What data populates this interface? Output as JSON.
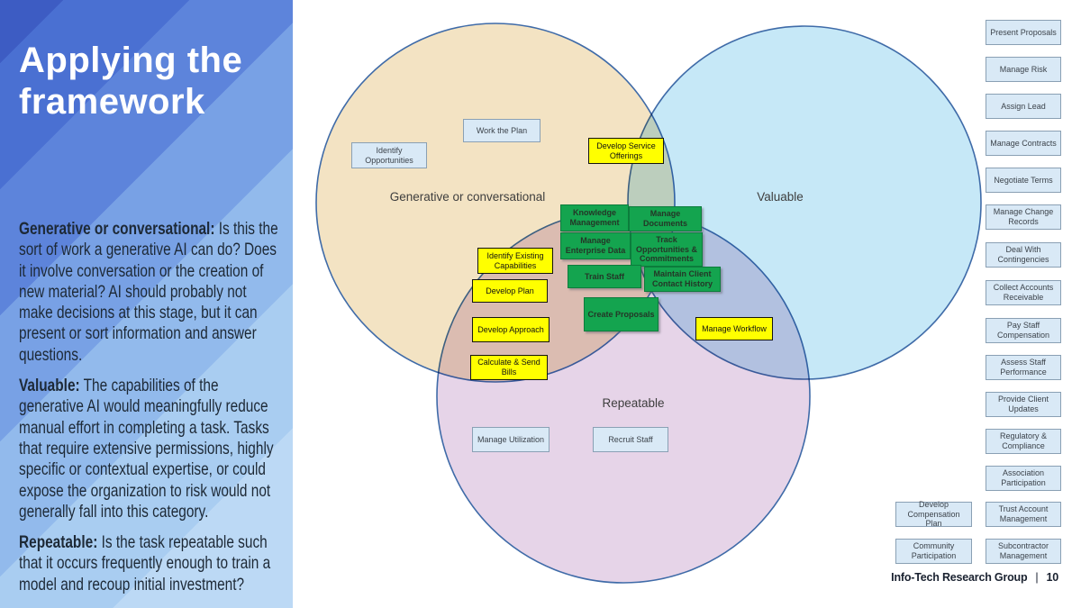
{
  "slide": {
    "title_line1": "Applying the",
    "title_line2": "framework"
  },
  "sidebar": {
    "paragraphs": [
      {
        "lead": "Generative or conversational:",
        "body": " Is this the sort of work a generative AI can do? Does it involve conversation or the creation of new material? AI should probably not make decisions at this stage, but it can present or sort information and answer questions."
      },
      {
        "lead": "Valuable:",
        "body": " The capabilities of the generative AI would meaningfully reduce manual effort in completing a task. Tasks that require extensive permissions, highly specific or contextual expertise, or could expose the organization to risk would not generally fall into this category."
      },
      {
        "lead": "Repeatable:",
        "body": " Is the task repeatable such that it occurs frequently enough to train a model and recoup initial investment?"
      }
    ]
  },
  "venn": {
    "labels": {
      "generative": "Generative or conversational",
      "valuable": "Valuable",
      "repeatable": "Repeatable"
    },
    "generative_only": [
      "Work the Plan",
      "Identify Opportunities"
    ],
    "generative_valuable": [
      "Develop Service Offerings"
    ],
    "generative_repeatable": [
      "Identify Existing Capabilities",
      "Develop Plan",
      "Develop Approach",
      "Calculate & Send Bills"
    ],
    "valuable_repeatable": [
      "Manage Workflow"
    ],
    "repeatable_only": [
      "Manage Utilization",
      "Recruit Staff"
    ],
    "all_three": [
      "Knowledge Management",
      "Manage Documents",
      "Manage Enterprise Data",
      "Track Opportunities & Commitments",
      "Train Staff",
      "Maintain Client Contact History",
      "Create Proposals"
    ]
  },
  "unplaced_tasks": {
    "column_main": [
      "Present Proposals",
      "Manage Risk",
      "Assign Lead",
      "Manage Contracts",
      "Negotiate Terms",
      "Manage Change Records",
      "Deal With Contingencies",
      "Collect Accounts Receivable",
      "Pay Staff Compensation",
      "Assess Staff Performance",
      "Provide Client Updates",
      "Regulatory & Compliance",
      "Association Participation",
      "Trust Account Management",
      "Subcontractor Management"
    ],
    "column_secondary": [
      "Develop Compensation Plan",
      "Community Participation"
    ]
  },
  "footer": {
    "brand": "Info-Tech Research Group",
    "separator": "|",
    "page": "10"
  },
  "colors": {
    "circle-gen": "#f3e3c3",
    "circle-val": "#c6e8f7",
    "circle-rep": "#e6d4e8",
    "circle-stroke": "#3f6ba8",
    "green-fill": "#14a44f",
    "green-border": "#0c7d3c",
    "yellow-fill": "#ffff00",
    "blue-box-fill": "#d9e9f6",
    "blue-box-border": "#8aa0b4",
    "sidebar-text": "#1d2936"
  }
}
